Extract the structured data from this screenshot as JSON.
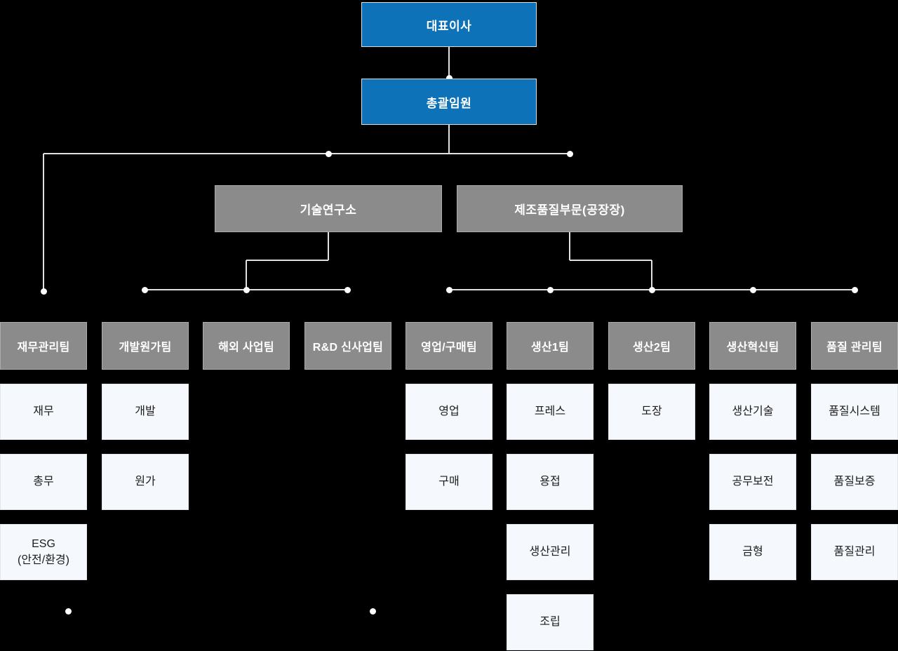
{
  "colors": {
    "background": "#000000",
    "executive_box": "#0d72b8",
    "division_box": "#8b8b8b",
    "sub_box_fill": "#f5f8fc",
    "sub_box_border": "#e3e6eb",
    "connector_line": "#e0e0e0",
    "junction_dot": "#ffffff",
    "box_text": "#ffffff",
    "sub_text": "#1c1c1c"
  },
  "org": {
    "ceo": {
      "label": "대표이사"
    },
    "executive": {
      "label": "총괄임원"
    },
    "divisions": [
      {
        "label": "기술연구소"
      },
      {
        "label": "제조품질부문(공장장)"
      }
    ],
    "teams": [
      {
        "label": "재무관리팀",
        "subs": [
          "재무",
          "총무",
          "ESG\n(안전/환경)"
        ]
      },
      {
        "label": "개발원가팀",
        "subs": [
          "개발",
          "원가"
        ]
      },
      {
        "label": "해외 사업팀",
        "subs": []
      },
      {
        "label": "R&D 신사업팀",
        "subs": []
      },
      {
        "label": "영업/구매팀",
        "subs": [
          "영업",
          "구매"
        ]
      },
      {
        "label": "생산1팀",
        "subs": [
          "프레스",
          "용접",
          "생산관리",
          "조립"
        ]
      },
      {
        "label": "생산2팀",
        "subs": [
          "도장"
        ]
      },
      {
        "label": "생산혁신팀",
        "subs": [
          "생산기술",
          "공무보전",
          "금형"
        ]
      },
      {
        "label": "품질 관리팀",
        "subs": [
          "품질시스템",
          "품질보증",
          "품질관리"
        ]
      }
    ]
  }
}
